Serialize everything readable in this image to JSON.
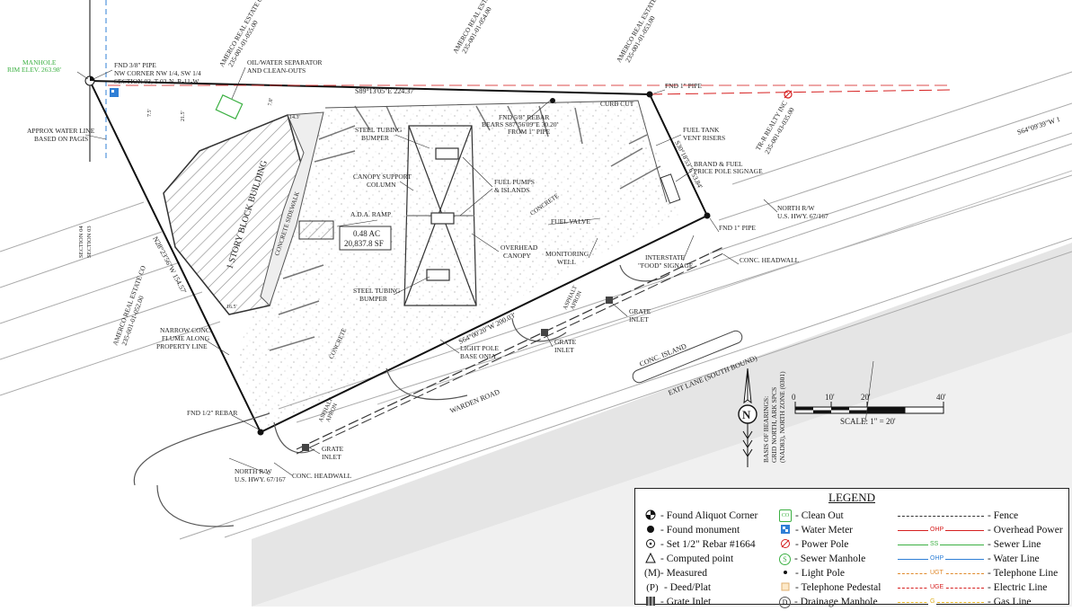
{
  "owners": {
    "amerco_1": "AMERCO REAL ESTATE CO",
    "amerco_1_parcel": "235-001-01-055.00",
    "amerco_2": "AMERCO REAL ESTATE CO",
    "amerco_2_parcel": "235-001-01-054.00",
    "amerco_3": "AMERCO REAL ESTATE CO",
    "amerco_3_parcel": "235-001-01-053.00",
    "amerco_4": "AMERCO REAL ESTATE CO",
    "amerco_4_parcel": "235-001-01-052.00",
    "tr_realty": "TR-R REALTY INC",
    "tr_realty_parcel": "235-001-03-035.00"
  },
  "labels": {
    "manhole": "MANHOLE",
    "rim_elev": "RIM ELEV. 263.98'",
    "fnd_pipe_nw": "FND 3/8\" PIPE",
    "nw_corner_1": "NW CORNER NW 1/4, SW 1/4",
    "nw_corner_2": "SECTION 03, T-02-N, R-11-W",
    "oil_water_1": "OIL/WATER SEPARATOR",
    "oil_water_2": "AND CLEAN-OUTS",
    "bearing_north": "S89°13'05\"E 224.37'",
    "fnd_1_pipe_ne": "FND 1\" PIPE",
    "curb_cut": "CURB CUT",
    "fnd_rebar_58_1": "FND 5/8\" REBAR",
    "fnd_rebar_58_2": "BEARS S87°56'09\"E 30.20'",
    "fnd_rebar_58_3": "FROM 1\" PIPE",
    "approx_water_1": "APPROX WATER LINE",
    "approx_water_2": "BASED ON PAGIS",
    "steel_bumper_top_1": "STEEL TUBING",
    "steel_bumper_top_2": "BUMPER",
    "fuel_tank_1": "FUEL TANK",
    "fuel_tank_2": "VENT RISERS",
    "canopy_col_1": "CANOPY SUPPORT",
    "canopy_col_2": "COLUMN",
    "fuel_pumps_1": "FUEL PUMPS",
    "fuel_pumps_2": "& ISLANDS",
    "brand_fuel_1": "BRAND & FUEL",
    "brand_fuel_2": "PRICE POLE SIGNAGE",
    "bearing_east": "S30°18'53\"E 53.84'",
    "building": "1 STORY BLOCK BUILDING",
    "concrete_sidewalk": "CONCRETE SIDEWALK",
    "ada_ramp": "A.D.A. RAMP",
    "area_ac": "0.48 AC",
    "area_sf": "20,837.8 SF",
    "concrete_1": "CONCRETE",
    "concrete_2": "CONCRETE",
    "fuel_valve": "FUEL VALVE",
    "north_rw_1": "NORTH R/W",
    "north_rw_2": "U.S. HWY. 67/167",
    "fnd_1_pipe_e": "FND 1\" PIPE",
    "overhead_canopy_1": "OVERHEAD",
    "overhead_canopy_2": "CANOPY",
    "monitoring_1": "MONITORING",
    "monitoring_2": "WELL",
    "bearing_west": "N28°23'56\"W 154.57'",
    "interstate_1": "INTERSTATE",
    "interstate_2": "\"FOOD\" SIGNAGE",
    "conc_headwall_e": "CONC. HEADWALL",
    "section_1": "SECTION 04",
    "section_2": "SECTION 03",
    "steel_bumper_bot_1": "STEEL TUBING",
    "steel_bumper_bot_2": "BUMPER",
    "asphalt_apron_e_1": "ASPHALT",
    "asphalt_apron_e_2": "APRON",
    "grate_inlet_e_1": "GRATE",
    "grate_inlet_e_2": "INLET",
    "grate_inlet_m_1": "GRATE",
    "grate_inlet_m_2": "INLET",
    "bearing_south": "S64°00'20\"W 200.03'",
    "light_pole_1": "LIGHT POLE",
    "light_pole_2": "BASE ONLY",
    "narrow_flume_1": "NARROW CONC.",
    "narrow_flume_2": "FLUME ALONG",
    "narrow_flume_3": "PROPERTY LINE",
    "conc_island": "CONC. ISLAND",
    "exit_lane": "EXIT LANE (SOUTH BOUND)",
    "warden_road": "WARDEN ROAD",
    "asphalt_apron_w_1": "ASPHALT",
    "asphalt_apron_w_2": "APRON",
    "fnd_rebar_12": "FND 1/2\" REBAR",
    "grate_inlet_w_1": "GRATE",
    "grate_inlet_w_2": "INLET",
    "north_rw_s_1": "NORTH R/W",
    "north_rw_s_2": "U.S. HWY. 67/167",
    "conc_headwall_w": "CONC. HEADWALL",
    "hwy_bearing": "S64°09'39\"W 1",
    "dim_75": "7.5'",
    "dim_215": "21.5'",
    "dim_78": "7.8'",
    "dim_143": "14.3'",
    "dim_165": "16.5'"
  },
  "north_arrow": {
    "letter": "N",
    "basis_1": "BASIS OF BEARINGS:",
    "basis_2": "GRID NORTH, ARK SPCS",
    "basis_3": "(NAD83), NORTH ZONE (0301)"
  },
  "scale": {
    "ticks": [
      "0",
      "10'",
      "20'",
      "40'"
    ],
    "label": "SCALE: 1\" = 20'"
  },
  "legend": {
    "title": "LEGEND",
    "col1": [
      "- Found Aliquot Corner",
      "- Found monument",
      "- Set 1/2\" Rebar #1664",
      "- Computed point",
      "- Measured",
      "- Deed/Plat",
      "- Grate Inlet"
    ],
    "col1_symbols": [
      "",
      "",
      "",
      "",
      "(M)",
      "(P)",
      ""
    ],
    "col2": [
      "- Clean Out",
      "- Water Meter",
      "- Power Pole",
      "- Sewer Manhole",
      "- Light Pole",
      "- Telephone Pedestal",
      "- Drainage Manhole"
    ],
    "col2_symbols": [
      "CO",
      "",
      "",
      "S",
      "",
      "",
      "D"
    ],
    "lines": [
      {
        "label": "- Fence",
        "code": "",
        "color": "#333333"
      },
      {
        "label": "- Overhead Power",
        "code": "OHP",
        "color": "#d62020"
      },
      {
        "label": "- Sewer Line",
        "code": "SS",
        "color": "#3cb043"
      },
      {
        "label": "- Water Line",
        "code": "OHP",
        "color": "#2f7fd6"
      },
      {
        "label": "- Telephone Line",
        "code": "UGT",
        "color": "#e08a2c"
      },
      {
        "label": "- Electric Line",
        "code": "UGE",
        "color": "#d62020"
      },
      {
        "label": "- Gas Line",
        "code": "G",
        "color": "#e0b020"
      }
    ]
  },
  "colors": {
    "line": "#222222",
    "overhead_power": "#d62020",
    "manhole_green": "#3cb043",
    "water_blue": "#2f7fd6",
    "road_gray": "#dcdcdc"
  }
}
